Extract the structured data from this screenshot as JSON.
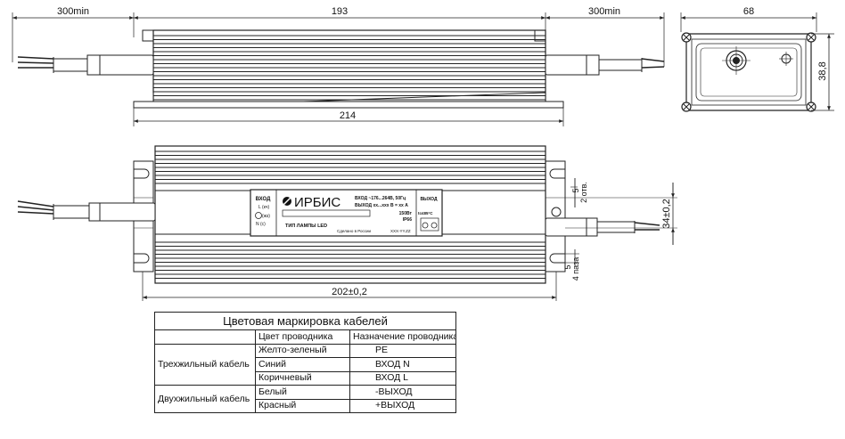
{
  "dimensions": {
    "top_left_cable": "300min",
    "top_body": "193",
    "top_right_cable": "300min",
    "top_total": "214",
    "end_width": "68",
    "end_height": "38,8",
    "front_length": "202±0,2",
    "front_height": "34±0,2",
    "hole_dia_top": "5",
    "hole_count_top": "2 отв.",
    "slot_width": "5",
    "slot_count": "4 паза"
  },
  "label": {
    "input_title": "ВХОД",
    "input_lines": [
      "L (кч)",
      "(жз)",
      "N (с)"
    ],
    "brand": "ИРБИС",
    "spec_line1": "ВХОД ~176...264В, 50Гц",
    "spec_line2": "ВЫХОД xx...xxx В = xx А",
    "power": "150Вт",
    "ip": "IP66",
    "lamp_type": "ТИП ЛАМПЫ LED",
    "made_in": "Сделано в России",
    "date_code": "XXX-YY.ZZ",
    "output_title": "ВЫХОД",
    "tc": "tc≤85°C"
  },
  "table": {
    "title": "Цветовая маркировка кабелей",
    "header": [
      "",
      "Цвет проводника",
      "Назначение проводника"
    ],
    "groups": [
      {
        "name": "Трехжильный кабель",
        "rows": [
          [
            "Желто-зеленый",
            "PE"
          ],
          [
            "Синий",
            "ВХОД N"
          ],
          [
            "Коричневый",
            "ВХОД L"
          ]
        ]
      },
      {
        "name": "Двухжильный кабель",
        "rows": [
          [
            "Белый",
            "-ВЫХОД"
          ],
          [
            "Красный",
            "+ВЫХОД"
          ]
        ]
      }
    ]
  }
}
